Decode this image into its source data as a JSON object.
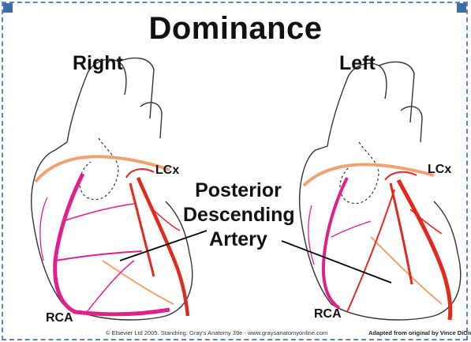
{
  "title": "Dominance",
  "panels": {
    "right": {
      "heading": "Right",
      "lcx_label": "LCx",
      "rca_label": "RCA"
    },
    "left": {
      "heading": "Left",
      "lcx_label": "LCx",
      "rca_label": "RCA"
    }
  },
  "center_label": {
    "line1": "Posterior",
    "line2": "Descending",
    "line3": "Artery"
  },
  "credit": "© Elsevier Ltd 2005. Standring: Gray's Anatomy 39e - www.graysanatomyonline.com",
  "credit_adapted": "Adapted from original by Vince DiGiul",
  "colors": {
    "frame": "#5b87b8",
    "rca": "#e0218a",
    "lcx": "#e02a1e",
    "orange": "#f2a272",
    "outline": "#333333"
  }
}
